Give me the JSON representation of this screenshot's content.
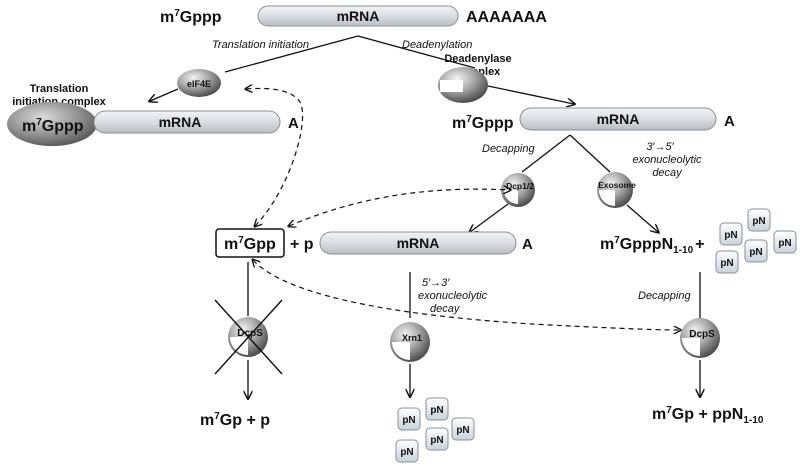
{
  "top": {
    "cap": "m7Gppp",
    "cap_base": "m",
    "cap_sup": "7",
    "cap_rest": "Gppp",
    "mrna": "mRNA",
    "tail": "AAAAAAA"
  },
  "left_branch": {
    "label": "Translation initiation",
    "factor": "eIF4E",
    "complex_line1": "Translation",
    "complex_line2": "initiation complex",
    "cap_base": "m",
    "cap_sup": "7",
    "cap_rest": "Gppp",
    "mrna": "mRNA",
    "tail": "A"
  },
  "right_branch": {
    "label": "Deadenylation",
    "enzyme_line1": "Deadenylase",
    "enzyme_line2": "complex",
    "cap_base": "m",
    "cap_sup": "7",
    "cap_rest": "Gppp",
    "mrna": "mRNA",
    "tail": "A"
  },
  "decapping": {
    "label": "Decapping",
    "enzyme": "Dcp1/2"
  },
  "exosome": {
    "label_line1": "3′→5′",
    "label_line2": "exonucleolytic",
    "label_line3": "decay",
    "enzyme": "Exosome"
  },
  "middle": {
    "cap_base": "m",
    "cap_sup": "7",
    "cap_rest": "Gpp",
    "plus_p": "+ p",
    "mrna": "mRNA",
    "tail": "A"
  },
  "xrn1_path": {
    "label_line1": "5′→3′",
    "label_line2": "exonucleolytic",
    "label_line3": "decay",
    "enzyme": "Xrn1"
  },
  "right_product": {
    "cap_base": "m",
    "cap_sup": "7",
    "cap_rest": "GpppN",
    "sub": "1-10",
    "plus": "+",
    "decapping_label": "Decapping",
    "enzyme": "DcpS",
    "result_base": "m",
    "result_sup": "7",
    "result_rest": "Gp + ppN",
    "result_sub": "1-10"
  },
  "left_product": {
    "enzyme": "DcpS",
    "result_base": "m",
    "result_sup": "7",
    "result_rest": "Gp + p"
  },
  "nucleotide": "pN"
}
